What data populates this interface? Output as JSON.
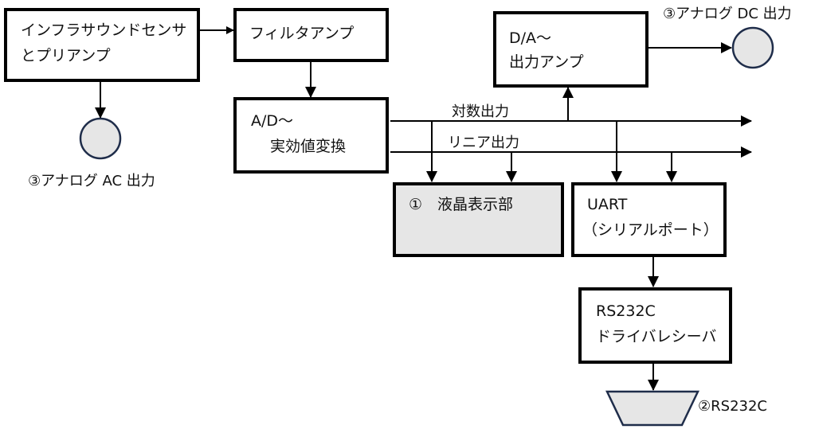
{
  "diagram": {
    "blocks": {
      "sensor": {
        "line1": "インフラサウンドセンサ",
        "line2": "とプリアンプ"
      },
      "filter": {
        "line1": "フィルタアンプ"
      },
      "adc": {
        "line1": "A/D～",
        "line2": "実効値変換"
      },
      "dac": {
        "line1": "D/A～",
        "line2": "出力アンプ"
      },
      "lcd": {
        "line1": "①　液晶表示部"
      },
      "uart": {
        "line1": "UART",
        "line2": "（シリアルポート）"
      },
      "driver": {
        "line1": "RS232C",
        "line2": "ドライバレシーバ"
      }
    },
    "signals": {
      "log_output": "対数出力",
      "linear_output": "リニア出力"
    },
    "outputs": {
      "analog_ac": "③アナログ AC 出力",
      "analog_dc": "③アナログ DC 出力",
      "rs232c": "②RS232C"
    },
    "colors": {
      "terminal_fill": "#e6e6e6",
      "terminal_stroke": "#1f2d4a",
      "lcd_fill": "#e6e6e6"
    }
  }
}
